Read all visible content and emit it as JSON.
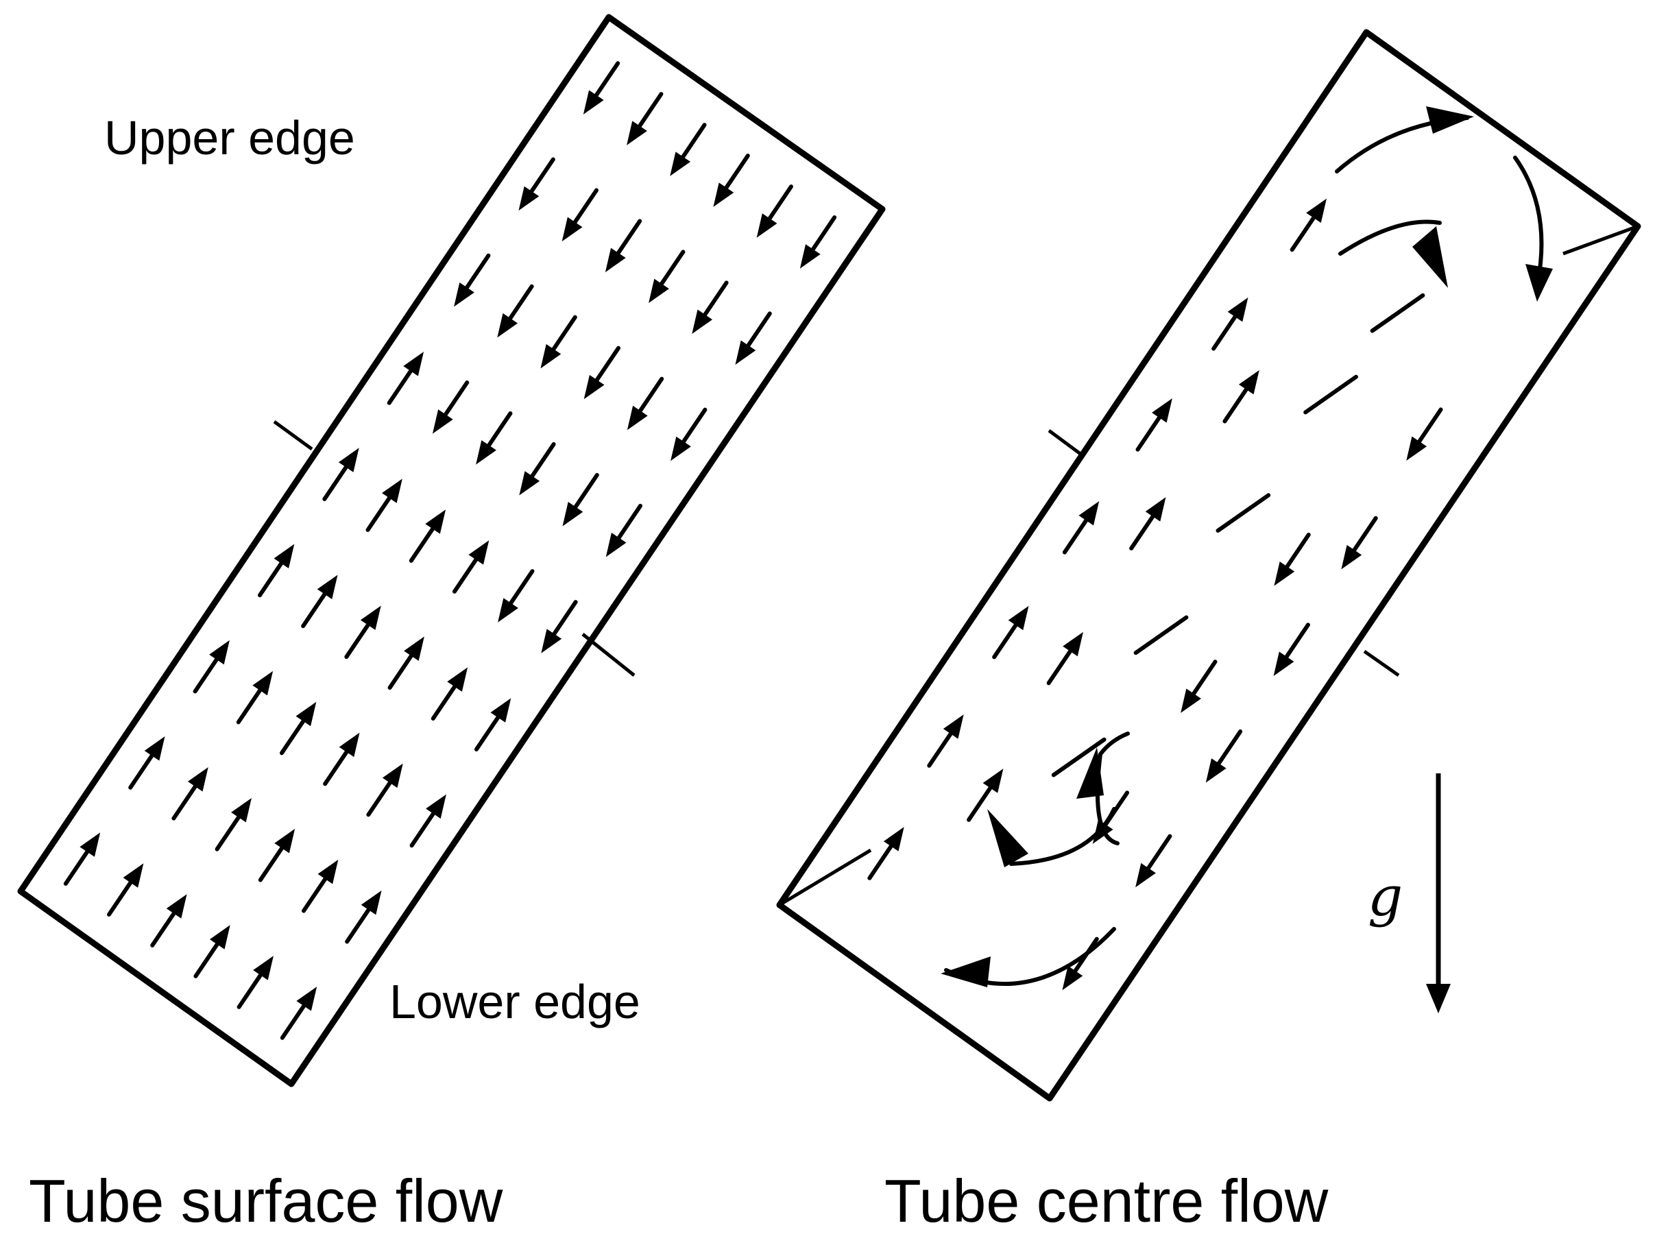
{
  "labels": {
    "upper_edge": "Upper edge",
    "lower_edge": "Lower edge",
    "left_caption": "Tube surface flow",
    "right_caption": "Tube centre flow",
    "gravity": "g"
  },
  "colors": {
    "ink": "#000000",
    "background": "#ffffff"
  }
}
